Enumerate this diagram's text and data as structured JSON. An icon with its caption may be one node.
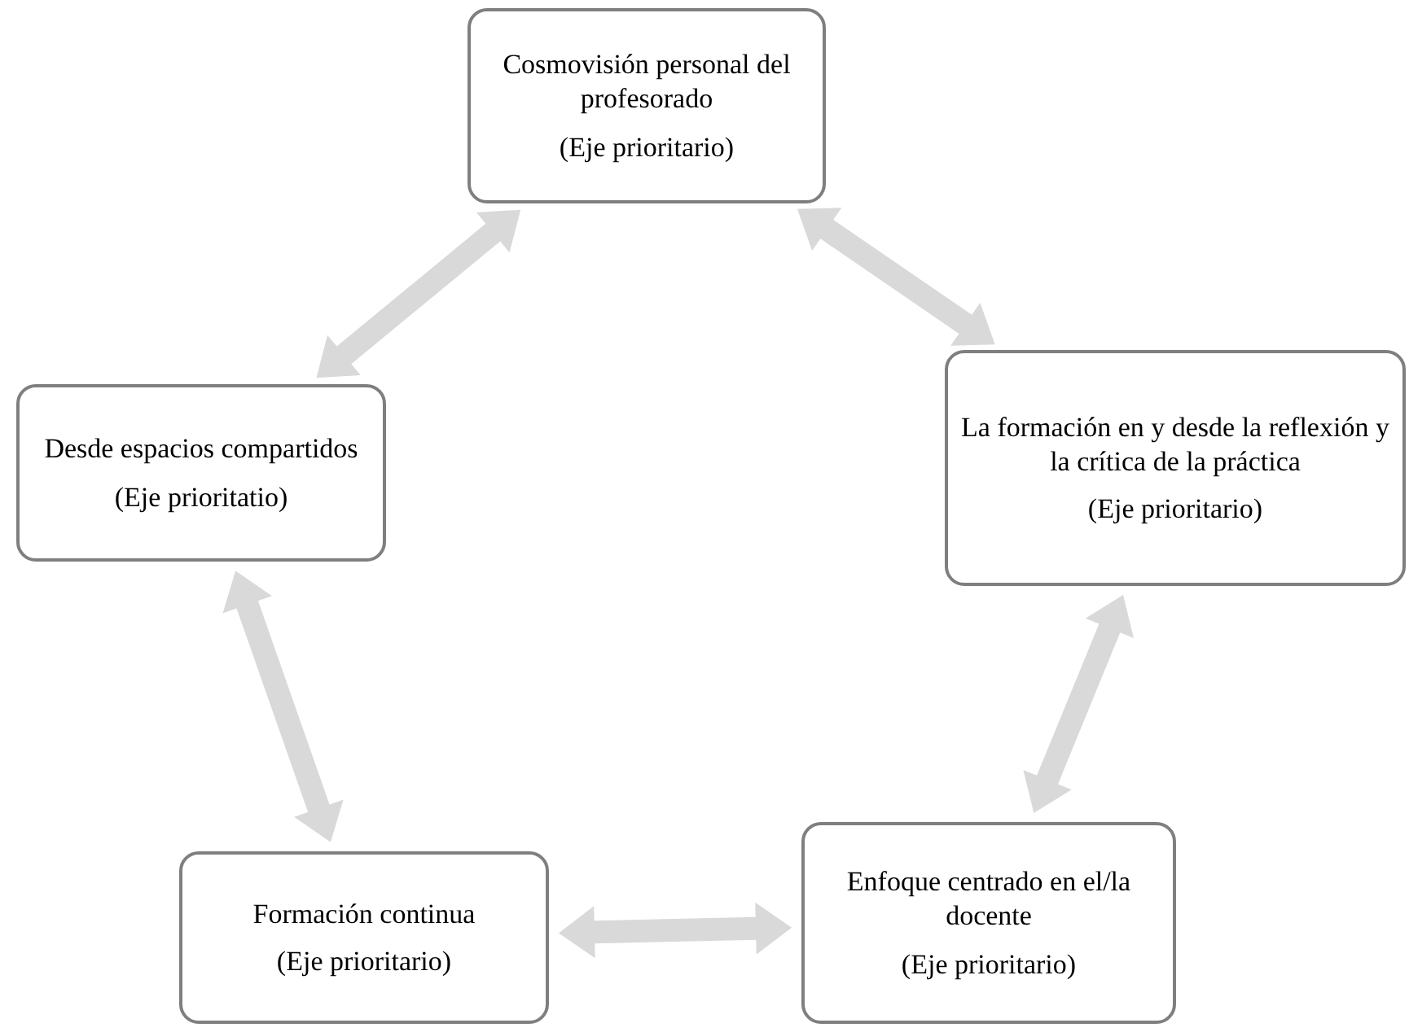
{
  "diagram": {
    "nodes": [
      {
        "text": [
          "Cosmovisión personal del profesorado",
          "(Eje prioritario)"
        ]
      },
      {
        "text": [
          "La formación en y desde la reflexión y la crítica de la práctica",
          "(Eje prioritario)"
        ]
      },
      {
        "text": [
          "Enfoque centrado en el/la docente",
          "(Eje prioritario)"
        ]
      },
      {
        "text": [
          "Formación continua",
          "(Eje prioritario)"
        ]
      },
      {
        "text": [
          "Desde espacios compartidos",
          "(Eje prioritatio)"
        ]
      }
    ],
    "edges": [
      {
        "from": 0,
        "to": 1,
        "arrow": "both"
      },
      {
        "from": 1,
        "to": 2,
        "arrow": "both"
      },
      {
        "from": 2,
        "to": 3,
        "arrow": "both"
      },
      {
        "from": 3,
        "to": 4,
        "arrow": "both"
      },
      {
        "from": 4,
        "to": 0,
        "arrow": "both"
      }
    ]
  }
}
